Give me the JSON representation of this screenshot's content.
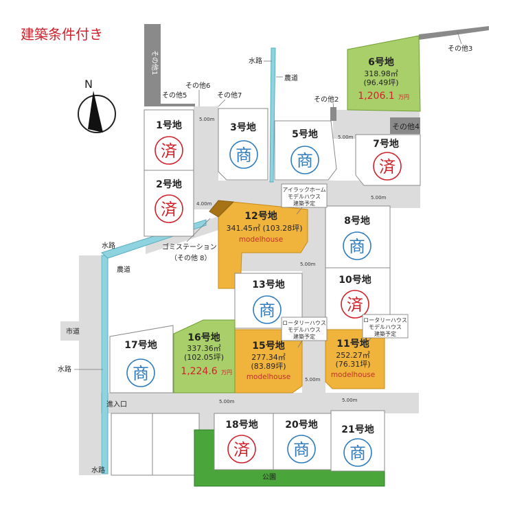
{
  "title": "建築条件付き",
  "north_label": "N",
  "colors": {
    "sold": "#d0202a",
    "commercial": "#2d7bbd",
    "model": "#f0b43c",
    "model_dark": "#c98a14",
    "featured": "#a9cf6a",
    "park": "#4aa53a",
    "road": "#dcdcdc",
    "lot": "#ffffff",
    "other": "#8a8a8a",
    "water": "#8ed3df"
  },
  "lots": [
    {
      "id": "lot-1",
      "number": "1号地",
      "status": "sold",
      "mark": "済"
    },
    {
      "id": "lot-2",
      "number": "2号地",
      "status": "sold",
      "mark": "済"
    },
    {
      "id": "lot-3",
      "number": "3号地",
      "status": "commercial",
      "mark": "商"
    },
    {
      "id": "lot-5",
      "number": "5号地",
      "status": "commercial",
      "mark": "商"
    },
    {
      "id": "lot-6",
      "number": "6号地",
      "status": "featured",
      "area": "318.98㎡",
      "tsubo": "(96.49坪)",
      "price": "1,206.1",
      "price_unit": "万円"
    },
    {
      "id": "lot-7",
      "number": "7号地",
      "status": "sold",
      "mark": "済"
    },
    {
      "id": "lot-8",
      "number": "8号地",
      "status": "commercial",
      "mark": "商"
    },
    {
      "id": "lot-10",
      "number": "10号地",
      "status": "sold",
      "mark": "済"
    },
    {
      "id": "lot-11",
      "number": "11号地",
      "status": "model",
      "area": "252.27㎡",
      "tsubo": "(76.31坪)",
      "tag": "modelhouse"
    },
    {
      "id": "lot-12",
      "number": "12号地",
      "status": "model",
      "area_line": "341.45㎡ (103.28坪)",
      "tag": "modelhouse"
    },
    {
      "id": "lot-13",
      "number": "13号地",
      "status": "commercial",
      "mark": "商"
    },
    {
      "id": "lot-15",
      "number": "15号地",
      "status": "model",
      "area": "277.34㎡",
      "tsubo": "(83.89坪)",
      "tag": "modelhouse"
    },
    {
      "id": "lot-16",
      "number": "16号地",
      "status": "featured",
      "area": "337.36㎡",
      "tsubo": "(102.05坪)",
      "price": "1,224.6",
      "price_unit": "万円"
    },
    {
      "id": "lot-17",
      "number": "17号地",
      "status": "commercial",
      "mark": "商"
    },
    {
      "id": "lot-18",
      "number": "18号地",
      "status": "sold",
      "mark": "済"
    },
    {
      "id": "lot-20",
      "number": "20号地",
      "status": "commercial",
      "mark": "商"
    },
    {
      "id": "lot-21",
      "number": "21号地",
      "status": "commercial",
      "mark": "商"
    }
  ],
  "labels": {
    "other1": "その他1",
    "other2": "その他2",
    "other3": "その他3",
    "other4": "その他4",
    "other5": "その他5",
    "other6": "その他6",
    "other7": "その他7",
    "garbage_line1": "ゴミステーション",
    "garbage_line2": "（その他 8）",
    "waterway": "水路",
    "farm_road": "農道",
    "city_road": "市道",
    "entrance": "進入口",
    "park": "公園",
    "r500": "5.00m",
    "r400": "4.00m"
  },
  "callouts": {
    "c12": [
      "アイラックホーム",
      "モデルハウス",
      "建築予定"
    ],
    "c15": [
      "ロータリーハウス",
      "モデルハウス",
      "建築予定"
    ],
    "c11": [
      "ロータリーハウス",
      "モデルハウス",
      "建築予定"
    ]
  }
}
